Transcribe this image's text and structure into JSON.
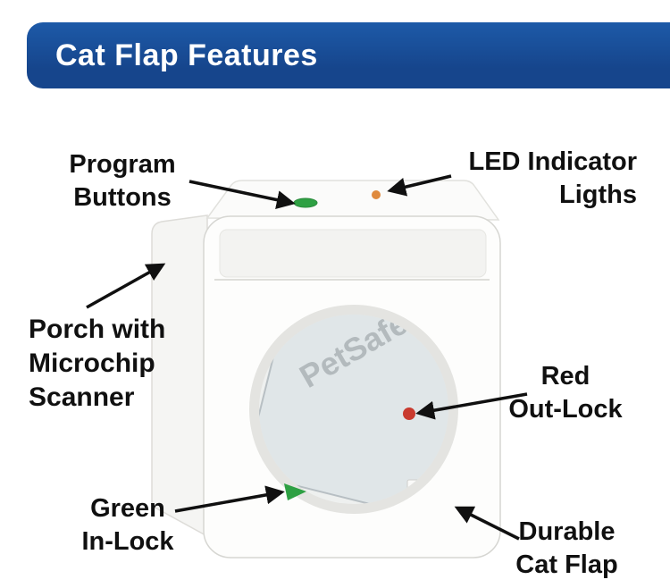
{
  "header": {
    "title": "Cat Flap Features"
  },
  "annotations": {
    "program_buttons": "Program\nButtons",
    "led_indicator_lights": "LED Indicator\nLigths",
    "porch_microchip_scanner": "Porch with\nMicrochip\nScanner",
    "red_out_lock": "Red\nOut-Lock",
    "green_in_lock": "Green\nIn-Lock",
    "durable_cat_flap": "Durable\nCat Flap"
  },
  "product": {
    "watermark": "PetSafe"
  },
  "colors": {
    "banner_blue": "#16458c",
    "banner_blue_light": "#1d5aa8",
    "label_text": "#101010",
    "green_lock": "#2ea043",
    "red_lock": "#c93a2e",
    "led_orange": "#df8a3e"
  }
}
